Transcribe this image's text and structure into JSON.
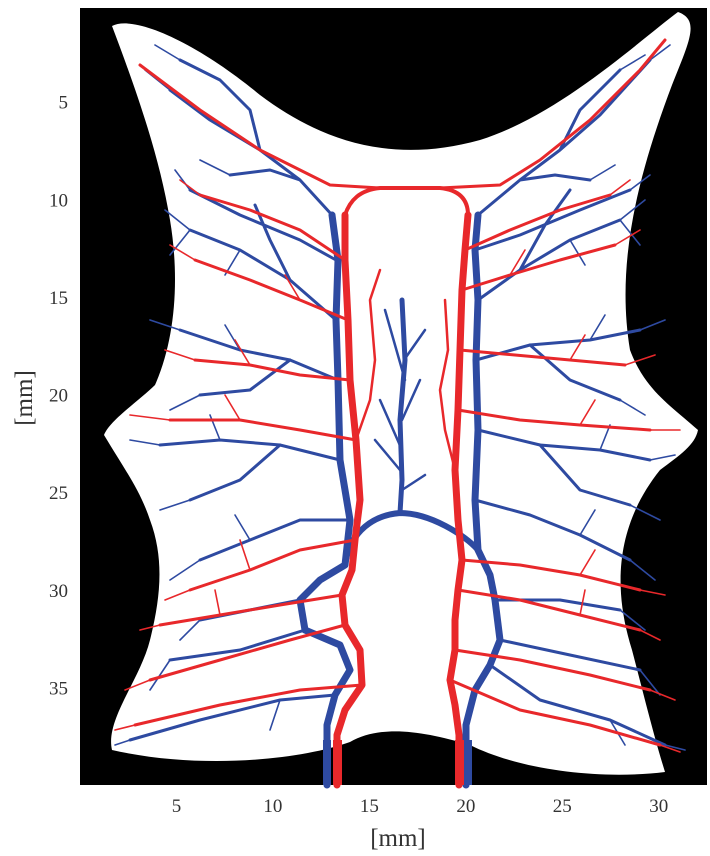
{
  "figure": {
    "xlabel": "[mm]",
    "ylabel": "[mm]",
    "xlim": [
      0,
      32.5
    ],
    "ylim": [
      0.2,
      40
    ],
    "x_ticks": [
      5,
      10,
      15,
      20,
      25,
      30
    ],
    "y_ticks": [
      5,
      10,
      15,
      20,
      25,
      30,
      35
    ],
    "colors": {
      "background": "#000000",
      "tissue": "#ffffff",
      "artery": "#e8282b",
      "vein": "#2e4aa1"
    }
  }
}
